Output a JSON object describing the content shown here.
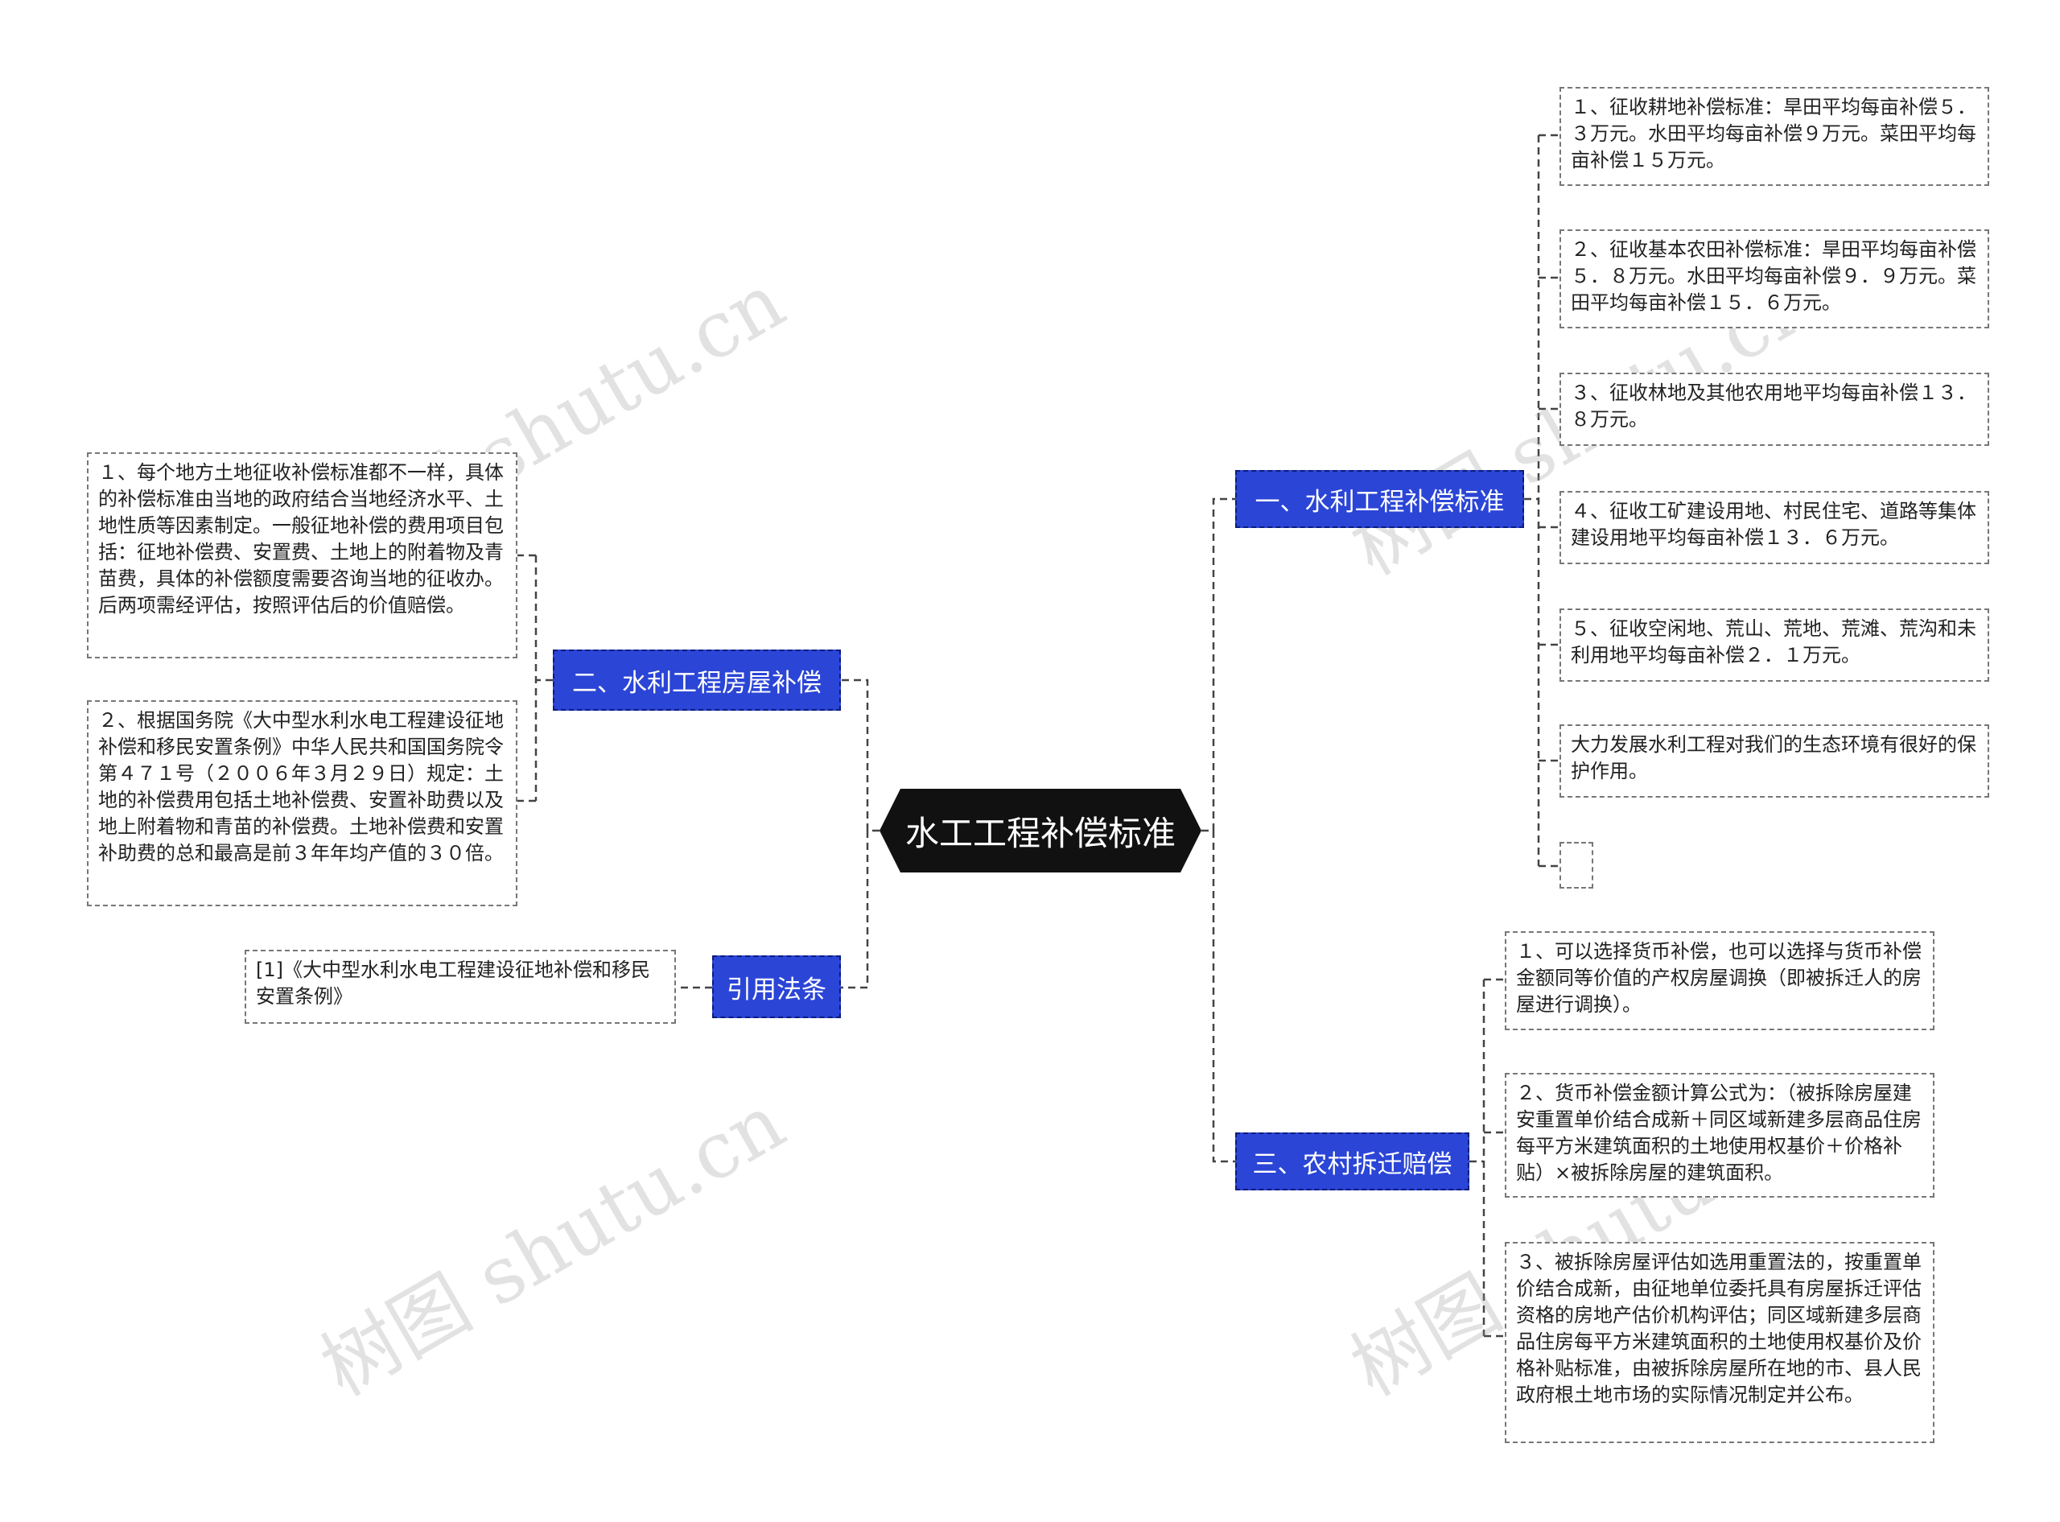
{
  "root": {
    "title": "水工工程补偿标准"
  },
  "branches": {
    "b1": "一、水利工程补偿标准",
    "b2": "二、水利工程房屋补偿",
    "b3": "三、农村拆迁赔偿",
    "b4": "引用法条"
  },
  "leaves": {
    "r1": "１、征收耕地补偿标准：旱田平均每亩补偿５．３万元。水田平均每亩补偿９万元。菜田平均每亩补偿１５万元。",
    "r2": "２、征收基本农田补偿标准：旱田平均每亩补偿５．８万元。水田平均每亩补偿９．９万元。菜田平均每亩补偿１５．６万元。",
    "r3": "３、征收林地及其他农用地平均每亩补偿１３．８万元。",
    "r4": "４、征收工矿建设用地、村民住宅、道路等集体建设用地平均每亩补偿１３．６万元。",
    "r5": "５、征收空闲地、荒山、荒地、荒滩、荒沟和未利用地平均每亩补偿２．１万元。",
    "r6": "大力发展水利工程对我们的生态环境有很好的保护作用。",
    "r7": "",
    "s1": "１、可以选择货币补偿，也可以选择与货币补偿金额同等价值的产权房屋调换（即被拆迁人的房屋进行调换）。",
    "s2": "２、货币补偿金额计算公式为：（被拆除房屋建安重置单价结合成新＋同区域新建多层商品住房每平方米建筑面积的土地使用权基价＋价格补贴）×被拆除房屋的建筑面积。",
    "s3": "３、被拆除房屋评估如选用重置法的，按重置单价结合成新，由征地单位委托具有房屋拆迁评估资格的房地产估价机构评估；同区域新建多层商品住房每平方米建筑面积的土地使用权基价及价格补贴标准，由被拆除房屋所在地的市、县人民政府根土地市场的实际情况制定并公布。",
    "l1": "１、每个地方土地征收补偿标准都不一样，具体的补偿标准由当地的政府结合当地经济水平、土地性质等因素制定。一般征地补偿的费用项目包括：征地补偿费、安置费、土地上的附着物及青苗费，具体的补偿额度需要咨询当地的征收办。后两项需经评估，按照评估后的价值赔偿。",
    "l2": "２、根据国务院《大中型水利水电工程建设征地补偿和移民安置条例》中华人民共和国国务院令第４７１号（２００６年３月２９日）规定：土地的补偿费用包括土地补偿费、安置补助费以及地上附着物和青苗的补偿费。土地补偿费和安置补助费的总和最高是前３年年均产值的３０倍。",
    "l3": "[1]《大中型水利水电工程建设征地补偿和移民安置条例》"
  },
  "watermark": "树图 shutu.cn",
  "colors": {
    "branch_fill": "#2b45d6",
    "root_fill": "#111111",
    "line": "#444444"
  }
}
